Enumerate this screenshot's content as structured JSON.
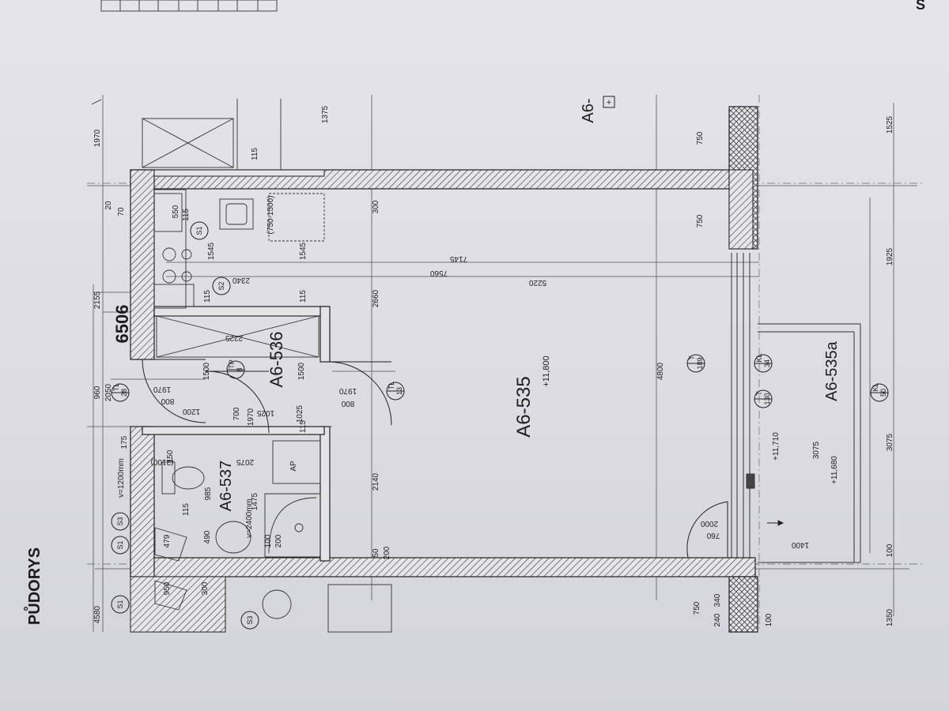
{
  "title": "PŮDORYS",
  "corner_mark": "S",
  "rooms": {
    "main": "A6-535",
    "main_level": "+11,800",
    "hall": "A6-536",
    "bath": "A6-537",
    "balcony": "A6-535a",
    "neighbor": "A6-",
    "neighbor_mark": "+",
    "level_terrace": "+11,710",
    "level_balcony": "+11,680"
  },
  "apartment_number": "6506",
  "dimensions": {
    "top_2155": "2155",
    "top_960": "960",
    "top_4580": "4580",
    "top_175": "175",
    "top_1970": "1970",
    "top_2050": "2050",
    "col_1375": "1375",
    "col_750a": "750",
    "col_1525": "1525",
    "col_750b": "750",
    "col_1925": "1925",
    "col_3075": "3075",
    "col_1350": "1350",
    "col_100": "100",
    "col_750c": "750",
    "col_240": "240",
    "col_340": "340",
    "col_100b": "100",
    "d_7145": "7145",
    "d_7560": "7560",
    "d_5220": "5220",
    "d_2340": "2340",
    "d_2660": "2660",
    "d_4800": "4800",
    "d_2140": "2140",
    "d_300": "300",
    "d_1545a": "1545",
    "d_1545b": "1545",
    "d_2225": "2225",
    "d_1500a": "1500",
    "d_1500b": "1500",
    "d_1970a": "1970",
    "d_800a": "800",
    "d_1200": "1200",
    "d_1970b": "1970",
    "d_800b": "800",
    "d_700": "700",
    "d_1970c": "1970",
    "d_1025": "1025",
    "d_1025b": "1025",
    "d_2075": "2075",
    "d_985": "985",
    "d_1475": "1475",
    "d_2000": "2000",
    "d_760": "760",
    "d_1400": "1400",
    "d_3075b": "3075",
    "d_115a": "115",
    "d_115b": "115",
    "d_115c": "115",
    "d_115d": "115",
    "d_115e": "115",
    "d_115f": "115",
    "d_50": "50",
    "d_200": "200",
    "d_550": "550",
    "d_70": "70",
    "d_20": "20",
    "d_150": "150",
    "d_2100": "(2100)",
    "d_1200mm": "v=1200mm",
    "d_2400": "v=2400mm",
    "d_479": "479",
    "d_490": "490",
    "d_950": "950",
    "d_300b": "300",
    "d_100c": "100",
    "d_200b": "200",
    "d_7501500": "(750-1500)"
  },
  "tags": {
    "s1": "S1",
    "s2": "S2",
    "s3": "S3",
    "tl28_top": "TL",
    "tl28_bot": "28",
    "tp8_top": "TP",
    "tp8_bot": "8",
    "tl13_top": "TL",
    "tl13_bot": "13",
    "t189_top": "T",
    "t189_bot": "189",
    "kl34_top": "KL",
    "kl34_bot": "34",
    "t130_top": "T",
    "t130_bot": "130",
    "kl50_top": "KL",
    "kl50_bot": "50",
    "ap": "AP"
  }
}
